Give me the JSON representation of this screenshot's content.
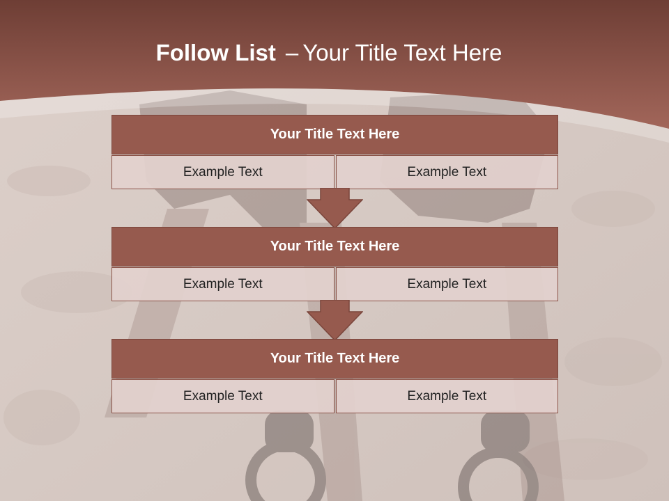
{
  "slide": {
    "title_bold": "Follow List",
    "title_separator": "–",
    "title_rest": "Your Title Text Here"
  },
  "colors": {
    "banner": "#9a5a4e",
    "block_header": "#965a4e",
    "block_cell": "#e2d1cd",
    "title_text": "#ffffff"
  },
  "blocks": [
    {
      "title": "Your Title Text Here",
      "left_text": "Example Text",
      "right_text": "Example Text"
    },
    {
      "title": "Your Title Text Here",
      "left_text": "Example Text",
      "right_text": "Example Text"
    },
    {
      "title": "Your Title Text Here",
      "left_text": "Example Text",
      "right_text": "Example Text"
    }
  ]
}
